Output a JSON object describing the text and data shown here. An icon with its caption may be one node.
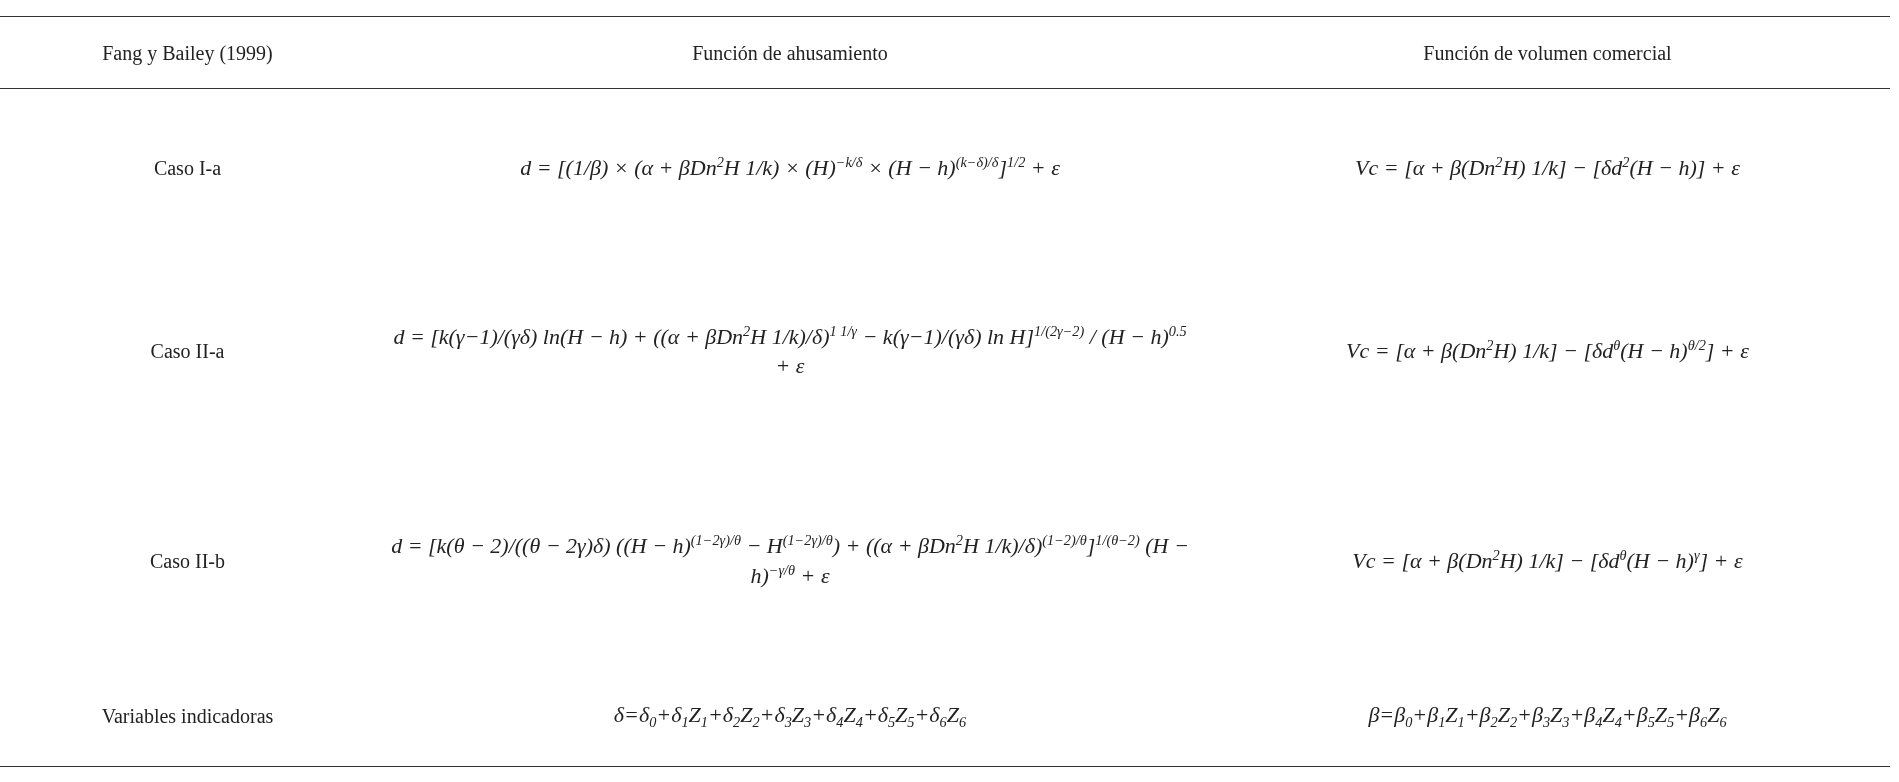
{
  "diagram": {
    "labels": [
      "Fang y Bailey (1999)",
      "Función de ahusamiento",
      "Función de volumen comercial",
      "Caso I-a",
      "d = [(1/β) × (α + βDn$^{2}$H 1/k) × (H)$^{−k/δ}$ × (H − h)$^{(k−δ)/δ}$]$^{1/2}$ + ε",
      "Vc = [α + β(Dn$^{2}$H) 1/k] − [δd$^{2}$(H − h)] + ε",
      "Caso II-a",
      "d = [k(γ−1)/(γδ) ln(H − h) + ((α + βDn$^{2}$H 1/k)/δ)$^{1 1/γ}$ − k(γ−1)/(γδ) ln H]$^{1/(2γ−2)}$ / (H − h)$^{0.5}$ + ε",
      "Vc = [α + β(Dn$^{2}$H) 1/k] − [δd$^{θ}$(H − h)$^{θ/2}$] + ε",
      "Caso II-b",
      "d = [k(θ − 2)/((θ − 2γ)δ) ((H − h)$^{(1−2γ)/θ}$ − H$^{(1−2γ)/θ}$) + ((α + βDn$^{2}$H 1/k)/δ)$^{(1−2)/θ}$]$^{1/(θ−2)}$ (H − h)$^{−γ/θ}$ + ε",
      "Vc = [α + β(Dn$^{2}$H) 1/k] − [δd$^{θ}$(H − h)$^{γ}$] + ε",
      "Variables indicadoras",
      "δ=δ$_{0}$+δ$_{1}$Z$_{1}$+δ$_{2}$Z$_{2}$+δ$_{3}$Z$_{3}$+δ$_{4}$Z$_{4}$+δ$_{5}$Z$_{5}$+δ$_{6}$Z$_{6}$",
      "β=β$_{0}$+β$_{1}$Z$_{1}$+β$_{2}$Z$_{2}$+β$_{3}$Z$_{3}$+β$_{4}$Z$_{4}$+β$_{5}$Z$_{5}$+β$_{6}$Z$_{6}$"
    ]
  }
}
